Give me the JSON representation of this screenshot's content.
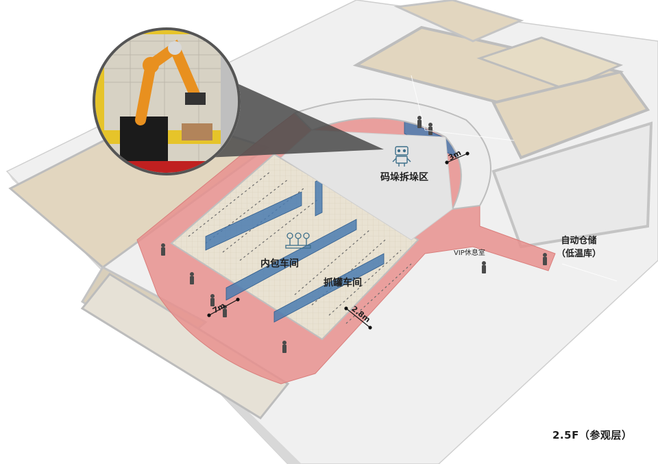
{
  "labels": {
    "stacking_zone": "码垛拆垛区",
    "inner_pack_workshop": "内包车间",
    "can_grab_workshop": "抓罐车间",
    "vip_lounge": "VIP休息室",
    "auto_storage_line1": "自动仓储",
    "auto_storage_line2": "（低温库）",
    "floor_label": "2.5F（参观层）"
  },
  "dimensions": {
    "corridor_width_top": "3m",
    "corridor_width_left": "7m",
    "corridor_width_bottom": "2.8m"
  },
  "icons": [
    "robot-icon",
    "person-icon",
    "robot-arm-inset"
  ],
  "colors": {
    "corridor": "#e8908e",
    "floor_beige": "#e2d6bf",
    "wall": "#f3f3f3",
    "glass": "#4a7bb0",
    "inset_ring": "#555555"
  }
}
